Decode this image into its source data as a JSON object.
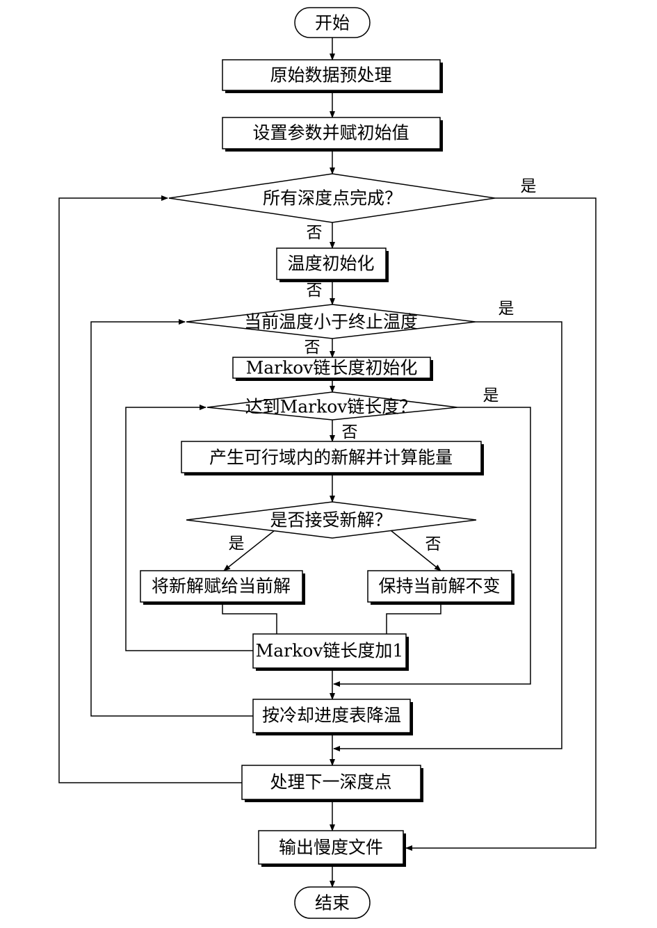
{
  "diagram": {
    "nodes": {
      "start": "开始",
      "preprocess": "原始数据预处理",
      "set_params": "设置参数并赋初始值",
      "all_depths_done": "所有深度点完成？",
      "temp_init": "温度初始化",
      "temp_below_end": "当前温度小于终止温度",
      "markov_init": "Markov链长度初始化",
      "markov_reached": "达到Markov链长度？",
      "generate_solution": "产生可行域内的新解并计算能量",
      "accept_new": "是否接受新解？",
      "assign_new": "将新解赋给当前解",
      "keep_current": "保持当前解不变",
      "markov_increment": "Markov链长度加1",
      "cooling": "按冷却进度表降温",
      "next_depth": "处理下一深度点",
      "output_file": "输出慢度文件",
      "end": "结束"
    },
    "edge_labels": {
      "all_depths_yes": "是",
      "all_depths_no": "否",
      "temp_init_no": "否",
      "temp_below_yes": "是",
      "temp_below_no": "否",
      "markov_reached_yes": "是",
      "markov_reached_no": "否",
      "accept_yes": "是",
      "accept_no": "否"
    }
  }
}
